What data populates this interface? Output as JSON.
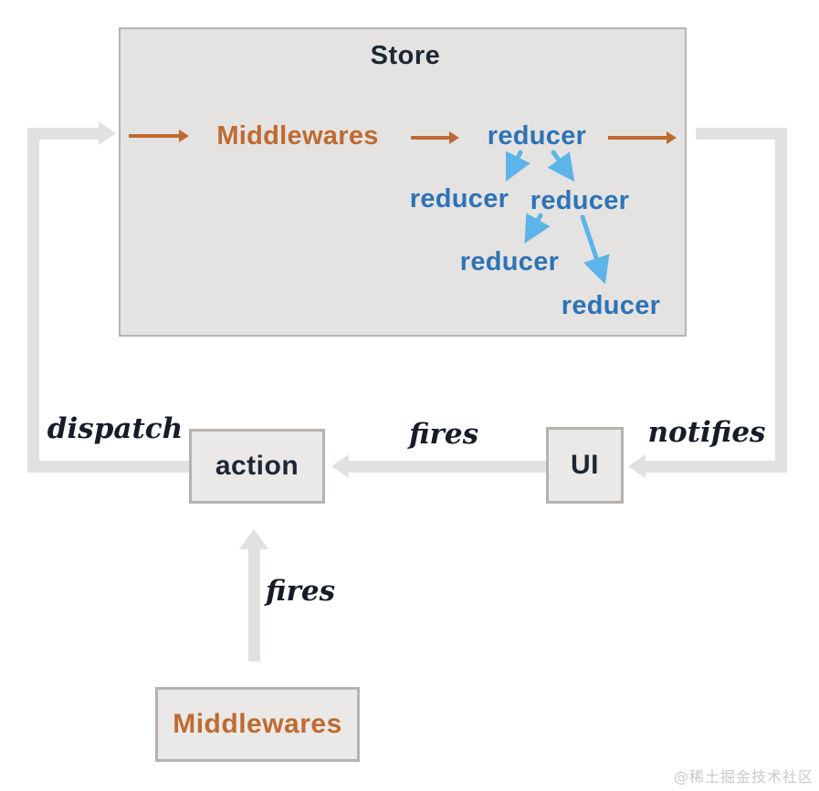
{
  "page": {
    "watermark": "@稀土掘金技术社区"
  },
  "colors": {
    "orange": "#bf6a31",
    "blue": "#2d73b6",
    "light_blue": "#5db4e8",
    "gray_arrow": "#e2e1df",
    "dark": "#1d2633",
    "store_fill": "#e4e3e2",
    "store_border": "#b6b4b2",
    "box_fill": "#eae9e7",
    "box_border": "#b5b2af",
    "watermark": "#c9c9c9"
  },
  "store": {
    "title": "Store",
    "middlewares_label": "Middlewares",
    "reducers": {
      "root": "reducer",
      "child_left": "reducer",
      "child_right": "reducer",
      "grandchild_left": "reducer",
      "grandchild_right": "reducer"
    }
  },
  "nodes": {
    "action": "action",
    "ui": "UI",
    "middlewares": "Middlewares"
  },
  "edge_labels": {
    "dispatch": "dispatch",
    "fires_ui_to_action": "fires",
    "notifies": "notifies",
    "fires_middlewares_to_action": "fires"
  }
}
